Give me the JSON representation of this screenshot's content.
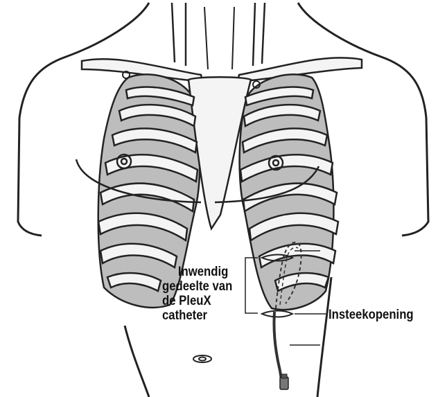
{
  "labels": {
    "internal_part": [
      "Inwendig",
      "gedeelte van",
      "de PleuX",
      "catheter"
    ],
    "insertion_site": "Insteekopening"
  },
  "colors": {
    "outline": "#222222",
    "lung_fill": "#bdbdbd",
    "rib_fill": "#f4f4f4",
    "catheter": "#333333"
  }
}
